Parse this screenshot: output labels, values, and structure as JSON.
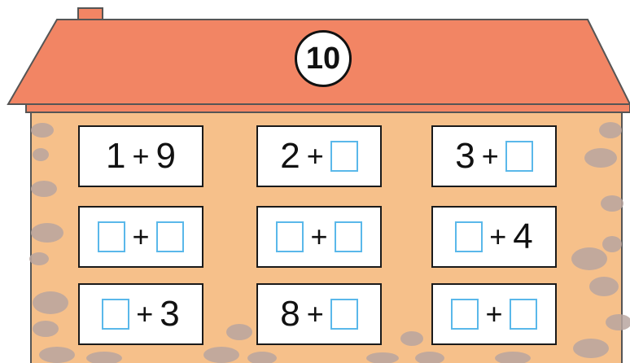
{
  "roof": {
    "number": "10",
    "color": "#f28564"
  },
  "wall_color": "#f6c08a",
  "stone_color": "#b9a6a0",
  "box_color": "#5ab8ea",
  "windows": [
    {
      "left": "1",
      "op": "+",
      "right": "9"
    },
    {
      "left": "2",
      "op": "+",
      "right": ""
    },
    {
      "left": "3",
      "op": "+",
      "right": ""
    },
    {
      "left": "",
      "op": "+",
      "right": ""
    },
    {
      "left": "",
      "op": "+",
      "right": ""
    },
    {
      "left": "",
      "op": "+",
      "right": "4"
    },
    {
      "left": "",
      "op": "+",
      "right": "3"
    },
    {
      "left": "8",
      "op": "+",
      "right": ""
    },
    {
      "left": "",
      "op": "+",
      "right": ""
    }
  ]
}
